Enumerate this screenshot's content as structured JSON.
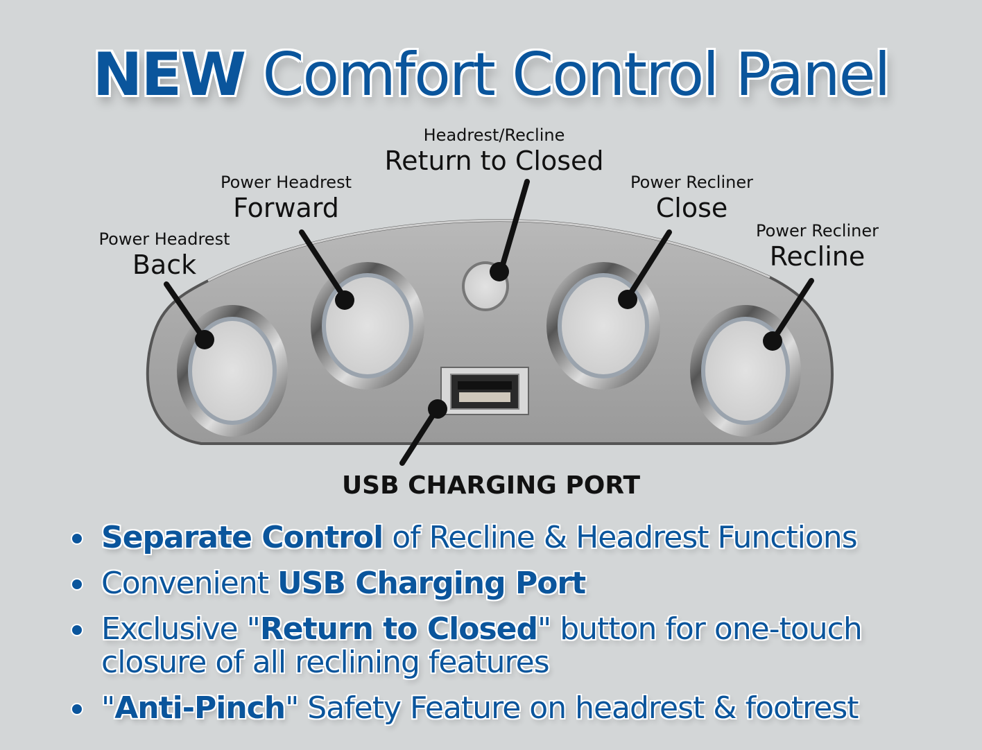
{
  "title": {
    "bold": "NEW",
    "regular": "Comfort Control Panel"
  },
  "callouts": [
    {
      "id": "headrest-back",
      "small": "Power Headrest",
      "big": "Back"
    },
    {
      "id": "headrest-forward",
      "small": "Power Headrest",
      "big": "Forward"
    },
    {
      "id": "return-to-closed",
      "small": "Headrest/Recline",
      "big": "Return to Closed"
    },
    {
      "id": "recliner-close",
      "small": "Power Recliner",
      "big": "Close"
    },
    {
      "id": "recliner-recline",
      "small": "Power Recliner",
      "big": "Recline"
    }
  ],
  "usb_label": "USB CHARGING PORT",
  "bullets": [
    {
      "bold_pre": "Separate Control",
      "text": " of Recline & Headrest Functions"
    },
    {
      "text_pre": "Convenient ",
      "bold": "USB Charging Port"
    },
    {
      "text_pre": "Exclusive \"",
      "bold": "Return to Closed",
      "text": "\" button for one-touch closure of all reclining features"
    },
    {
      "text_pre": "\"",
      "bold": "Anti-Pinch",
      "text": "\" Safety Feature on headrest & footrest"
    }
  ],
  "colors": {
    "background": "#d3d6d7",
    "brand_blue": "#0a559c",
    "label_text": "#111111"
  }
}
